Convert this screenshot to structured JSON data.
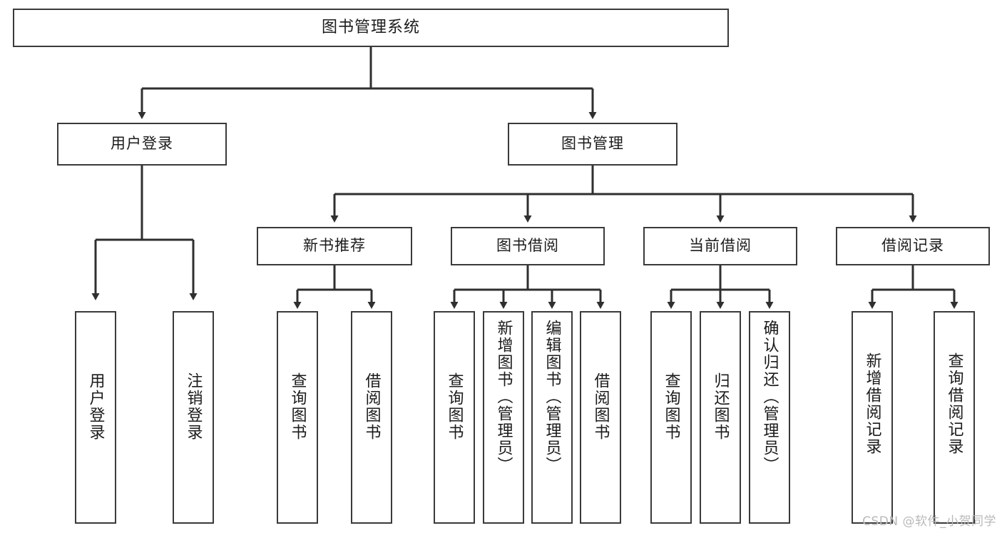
{
  "diagram": {
    "title": "图书管理系统",
    "type": "tree",
    "stroke_color": "#3a3a3a",
    "fill_color": "#ffffff",
    "text_color": "#1b1b1b",
    "watermark": "CSDN @软件_小贺同学"
  },
  "nodes": {
    "root": {
      "label": "图书管理系统"
    },
    "level2": [
      {
        "label": "用户登录"
      },
      {
        "label": "图书管理"
      }
    ],
    "level3": [
      {
        "label": "新书推荐"
      },
      {
        "label": "图书借阅"
      },
      {
        "label": "当前借阅"
      },
      {
        "label": "借阅记录"
      }
    ],
    "leaves": {
      "user_login": [
        {
          "label": "用户登录"
        },
        {
          "label": "注销登录"
        }
      ],
      "new_book_recommend": [
        {
          "label": "查询图书"
        },
        {
          "label": "借阅图书"
        }
      ],
      "book_borrow": [
        {
          "label": "查询图书"
        },
        {
          "label": "新增图书（管理员）"
        },
        {
          "label": "编辑图书（管理员）"
        },
        {
          "label": "借阅图书"
        }
      ],
      "current_borrow": [
        {
          "label": "查询图书"
        },
        {
          "label": "归还图书"
        },
        {
          "label": "确认归还（管理员）"
        }
      ],
      "borrow_record": [
        {
          "label": "新增借阅记录"
        },
        {
          "label": "查询借阅记录"
        }
      ]
    }
  }
}
